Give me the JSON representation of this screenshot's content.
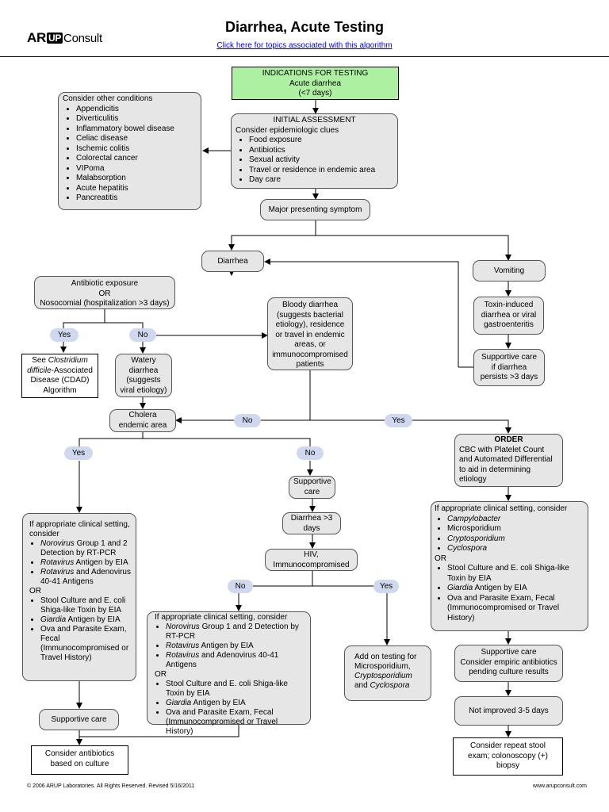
{
  "header": {
    "logo_text": "ARUP Consult",
    "logo_arup": "AR",
    "logo_up": "UP",
    "logo_consult": "Consult",
    "title": "Diarrhea, Acute Testing",
    "link": "Click here for topics associated with this algorithm"
  },
  "indications": {
    "line1": "INDICATIONS FOR TESTING",
    "line2": "Acute diarrhea",
    "line3": "(<7 days)"
  },
  "other_conditions": {
    "heading": "Consider other conditions",
    "items": [
      "Appendicitis",
      "Diverticulitis",
      "Inflammatory bowel disease",
      "Celiac disease",
      "Ischemic colitis",
      "Colorectal cancer",
      "VIPoma",
      "Malabsorption",
      "Acute hepatitis",
      "Pancreatitis"
    ]
  },
  "initial_assessment": {
    "heading": "INITIAL ASSESSMENT",
    "subheading": "Consider epidemiologic clues",
    "items": [
      "Food exposure",
      "Antibiotics",
      "Sexual activity",
      "Travel or residence in endemic area",
      "Day care"
    ]
  },
  "major_symptom": "Major presenting symptom",
  "diarrhea": "Diarrhea",
  "vomiting": "Vomiting",
  "antibiotic": {
    "line1": "Antibiotic exposure",
    "line2": "OR",
    "line3": "Nosocomial (hospitalization >3 days)"
  },
  "bloody": {
    "line1": "Bloody diarrhea",
    "line2": "(suggests bacterial",
    "line3": "etiology), residence",
    "line4": "or travel in endemic",
    "line5": "areas, or",
    "line6": "immunocompromised",
    "line7": "patients"
  },
  "toxin": {
    "line1": "Toxin-induced",
    "line2": "diarrhea or viral",
    "line3": "gastroenteritis"
  },
  "supportive_vomit": {
    "line1": "Supportive care",
    "line2": "if diarrhea",
    "line3": "persists >3 days"
  },
  "labels": {
    "yes": "Yes",
    "no": "No"
  },
  "cdad": {
    "pre": "See ",
    "italic1": "Clostridium",
    "italic2": "difficile",
    "post": "-Associated",
    "line3": "Disease (CDAD)",
    "line4": "Algorithm"
  },
  "watery": {
    "line1": "Watery",
    "line2": "diarrhea",
    "line3": "(suggests",
    "line4": "viral etiology)"
  },
  "cholera": {
    "line1": "Cholera",
    "line2": "endemic area"
  },
  "order": {
    "heading": "ORDER",
    "line1": "CBC with Platelet Count",
    "line2": "and Automated Differential",
    "line3": "to aid in determining",
    "line4": "etiology"
  },
  "supportive_care": {
    "line1": "Supportive",
    "line2": "care"
  },
  "diarrhea3": {
    "line1": "Diarrhea >3",
    "line2": "days"
  },
  "hiv": {
    "line1": "HIV,",
    "line2": "Immunocompromised"
  },
  "left_tests": {
    "intro1": "If appropriate clinical setting,",
    "intro2": "consider",
    "b1_it": "Norovirus",
    "b1_rest": " Group 1 and 2 Detection by RT-PCR",
    "b2_it": "Rotavirus",
    "b2_rest": " Antigen by EIA",
    "b3_it": "Rotavirus",
    "b3_rest": " and Adenovirus 40-41 Antigens",
    "or": "OR",
    "b4": "Stool Culture and E. coli Shiga-like Toxin by EIA",
    "b5_it": "Giardia",
    "b5_rest": " Antigen by EIA",
    "b6": "Ova and Parasite Exam, Fecal (Immunocompromised or Travel History)"
  },
  "mid_tests": {
    "intro": "If appropriate clinical setting, consider",
    "b1_it": "Norovirus",
    "b1_rest": " Group 1 and 2 Detection by RT-PCR",
    "b2_it": "Rotavirus",
    "b2_rest": " Antigen by EIA",
    "b3_it": "Rotavirus",
    "b3_rest": " and Adenovirus 40-41 Antigens",
    "or": "OR",
    "b4": "Stool Culture and E. coli Shiga-like Toxin by EIA",
    "b5_it": "Giardia",
    "b5_rest": " Antigen by EIA",
    "b6": "Ova and Parasite Exam, Fecal (Immunocompromised or Travel History)"
  },
  "addon": {
    "line1": "Add on testing for",
    "line2": "Microsporidium,",
    "line3": "Cryptosporidium",
    "line4_pre": "and ",
    "line4_it": "Cyclospora"
  },
  "right_tests": {
    "intro": "If appropriate clinical setting, consider",
    "b1": "Campylobacter",
    "b2": "Microsporidium",
    "b3": "Cryptosporidium",
    "b4": "Cyclospora",
    "or": "OR",
    "b5": "Stool Culture and E. coli Shiga-like Toxin by EIA",
    "b6_it": "Giardia",
    "b6_rest": " Antigen by EIA",
    "b7": "Ova and Parasite Exam, Fecal (Immunocompromised or Travel History)"
  },
  "empiric": {
    "line1": "Supportive care",
    "line2": "Consider empiric antibiotics",
    "line3": "pending culture results"
  },
  "not_improved": "Not improved 3-5 days",
  "repeat": {
    "line1": "Consider repeat stool",
    "line2": "exam; colonoscopy (+)",
    "line3": "biopsy"
  },
  "supportive_left": "Supportive care",
  "antibiotics_culture": {
    "line1": "Consider antibiotics",
    "line2": "based on culture"
  },
  "footer": {
    "copyright": "© 2006 ARUP Laboratories. All Rights Reserved. Revised 5/16/2011",
    "site": "www.arupconsult.com"
  }
}
